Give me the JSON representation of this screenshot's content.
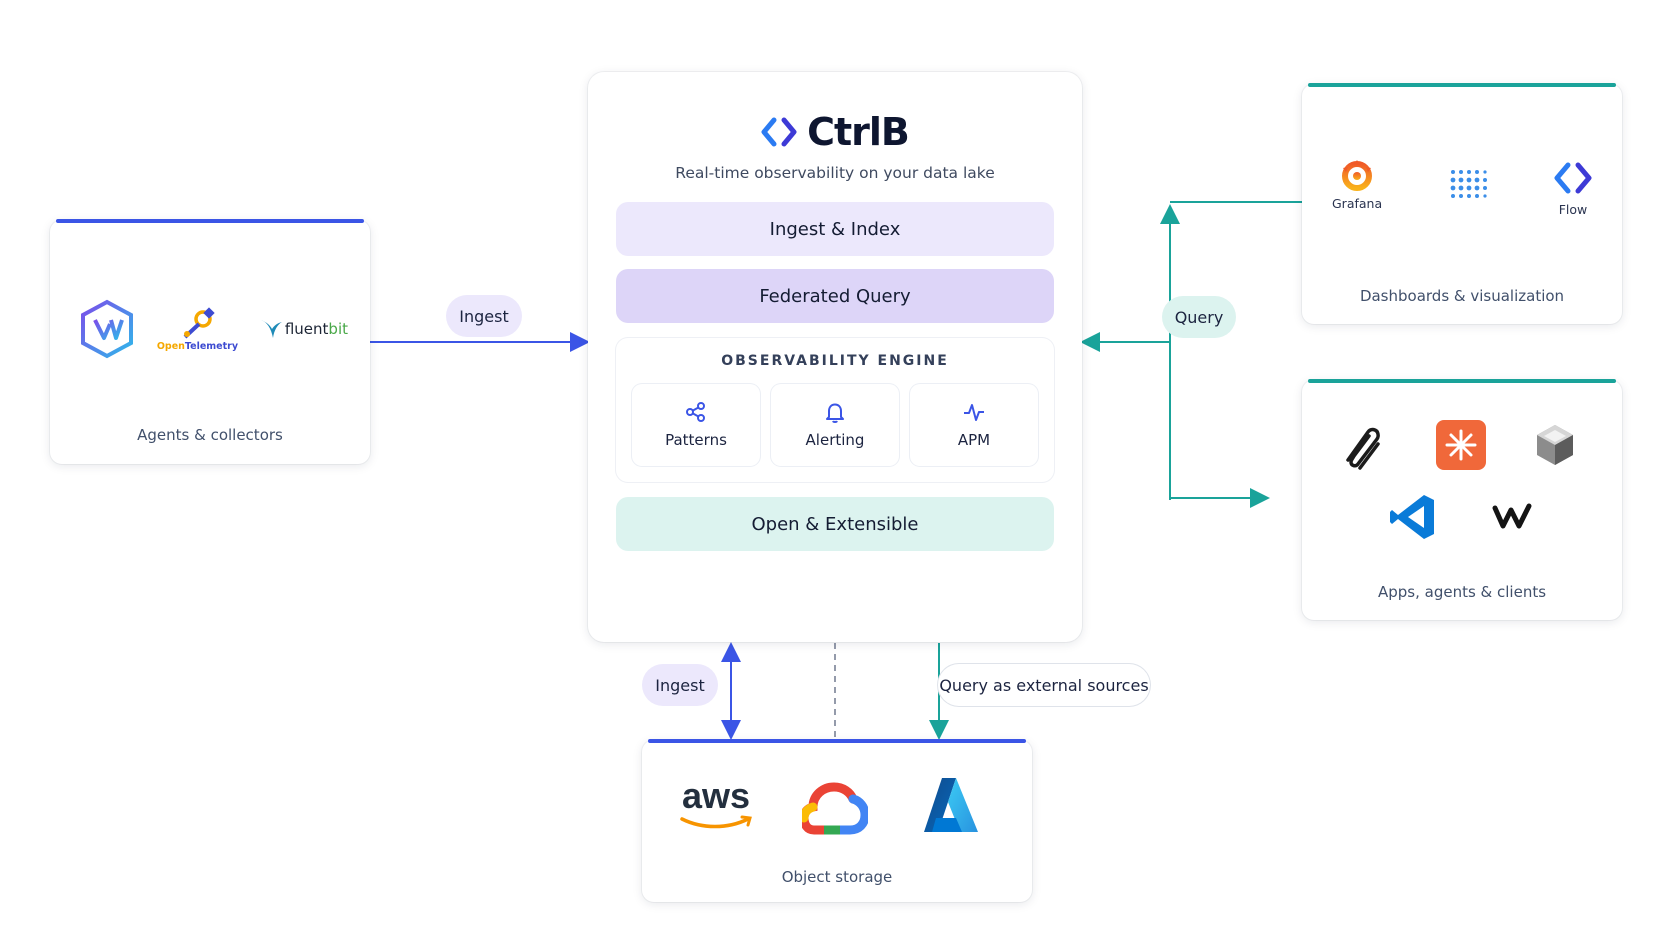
{
  "center": {
    "brand": "CtrlB",
    "tagline": "Real-time observability on your data lake",
    "rows": {
      "ingest_index": "Ingest & Index",
      "federated_query": "Federated Query",
      "open_extensible": "Open & Extensible"
    },
    "engine": {
      "title": "OBSERVABILITY ENGINE",
      "tiles": [
        "Patterns",
        "Alerting",
        "APM"
      ]
    }
  },
  "agents": {
    "label": "Agents & collectors",
    "logos": {
      "opentelemetry_open": "Open",
      "opentelemetry_rest": "Telemetry",
      "fluent": "fluent",
      "bit": "bit"
    }
  },
  "dashboards": {
    "label": "Dashboards & visualization",
    "logos": {
      "grafana": "Grafana",
      "flow": "Flow"
    }
  },
  "apps": {
    "label": "Apps, agents & clients"
  },
  "storage": {
    "label": "Object storage",
    "logos": {
      "aws": "aws"
    }
  },
  "connectors": {
    "ingest_left": "Ingest",
    "query_right": "Query",
    "ingest_bottom": "Ingest",
    "query_external": "Query as external sources"
  },
  "colors": {
    "blue": "#3b55e6",
    "teal": "#1aa39a",
    "lavender": "#ece8fc",
    "lavender_dark": "#ddd5f8",
    "mint": "#dcf3ef"
  }
}
